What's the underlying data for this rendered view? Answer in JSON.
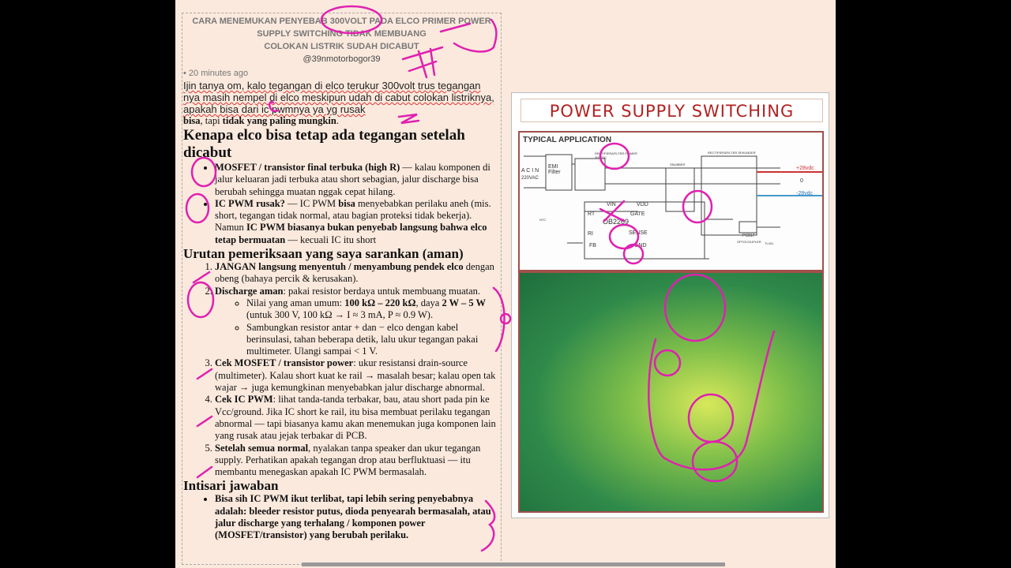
{
  "doc": {
    "title_lines": [
      "CARA MENEMUKAN PENYEBAB 300VOLT PADA ELCO PRIMER POWER",
      "SUPPLY SWITCHING TIDAK MEMBUANG",
      "COLOKAN LISTRIK SUDAH DICABUT"
    ],
    "handle": "@39nmotorbogor39",
    "time": "• 20 minutes ago",
    "question": "Ijin tanya om, kalo tegangan di elco terukur 300volt trus tegangan nya masih nempel di elco meskipun udah di cabut colokan listriknya, apakah bisa dari ic pwmnya ya yg rusak",
    "answer_bold1": "bisa",
    "answer_mid": ", tapi ",
    "answer_bold2": "tidak yang paling mungkin",
    "answer_end": ".",
    "h1": "Kenapa elco bisa tetap ada tegangan setelah dicabut",
    "reasons": [
      {
        "bold": "MOSFET / transistor final terbuka (high R)",
        "text": " — kalau komponen di jalur keluaran jadi terbuka atau short sebagian, jalur discharge bisa berubah sehingga muatan nggak cepat hilang."
      },
      {
        "bold": "IC PWM rusak?",
        "text": " — IC PWM ",
        "bold2": "bisa",
        "text2": " menyebabkan perilaku aneh (mis. short, tegangan tidak normal, atau bagian proteksi tidak bekerja). Namun ",
        "bold3": "IC PWM biasanya bukan penyebab langsung bahwa elco tetap bermuatan",
        "text3": " — kecuali IC itu short"
      }
    ],
    "h2": "Urutan pemeriksaan yang saya sarankan (aman)",
    "steps": [
      {
        "bold": "JANGAN langsung menyentuh / menyambung pendek elco",
        "text": " dengan obeng (bahaya percik & kerusakan)."
      },
      {
        "bold": "Discharge aman",
        "text": ": pakai resistor berdaya untuk membuang muatan.",
        "sub": [
          {
            "pre": "Nilai yang aman umum: ",
            "bold": "100 kΩ – 220 kΩ",
            "mid": ", daya ",
            "bold2": "2 W – 5 W",
            "text": " (untuk 300 V, 100 kΩ → I ≈ 3 mA, P ≈ 0.9 W)."
          },
          {
            "pre": "Sambungkan resistor antar + dan − elco dengan kabel berinsulasi, tahan beberapa detik, lalu ukur tegangan pakai multimeter. Ulangi sampai < 1 V."
          }
        ]
      },
      {
        "bold": "Cek MOSFET / transistor power",
        "text": ": ukur resistansi drain-source (multimeter). Kalau short kuat ke rail → masalah besar; kalau open tak wajar → juga kemungkinan menyebabkan jalur discharge abnormal."
      },
      {
        "bold": "Cek IC PWM",
        "text": ": lihat tanda-tanda terbakar, bau, atau short pada pin ke Vcc/ground. Jika IC short ke rail, itu bisa membuat perilaku tegangan abnormal — tapi biasanya kamu akan menemukan juga komponen lain yang rusak atau jejak terbakar di PCB."
      },
      {
        "bold": "Setelah semua normal",
        "text": ", nyalakan tanpa speaker dan ukur tegangan supply. Perhatikan apakah tegangan drop atau berfluktuasi — itu membantu menegaskan apakah IC PWM bermasalah."
      }
    ],
    "h3": "Intisari jawaban",
    "summary": {
      "pre": "Bisa sih IC PWM ikut terlibat, tapi ",
      "bold": "lebih sering penyebabnya adalah: bleeder resistor putus, dioda penyearah bermasalah, atau jalur discharge yang terhalang / komponen power (MOSFET/transistor) yang berubah perilaku."
    }
  },
  "figure": {
    "title": "POWER SUPPLY SWITCHING",
    "schematic": {
      "heading": "TYPICAL APPLICATION",
      "ac_in": "A C I N",
      "ac_v": "220VAC",
      "emi": "EMI Filter",
      "rect_primer": "RECTIFIER&FILTER PRIMER 300VDC",
      "snubber": "SNUBBER",
      "rect_sek": "RECTIFIER&FILTER SEKUNDER",
      "v_pos": "+28vdc",
      "v_zero": "0",
      "v_neg": "-28vdc",
      "ic": "OB2269",
      "pins": [
        "VIN",
        "VDD",
        "RT",
        "GATE",
        "RI",
        "SENSE",
        "FB",
        "GND"
      ],
      "opto": "PC817",
      "opto_label": "OPTOCOUPLER",
      "ntc": "NTC",
      "tl431": "TL431"
    }
  },
  "colors": {
    "annotation": "#e020b0",
    "title_red": "#b22222",
    "page_bg": "#fbe9dd"
  }
}
